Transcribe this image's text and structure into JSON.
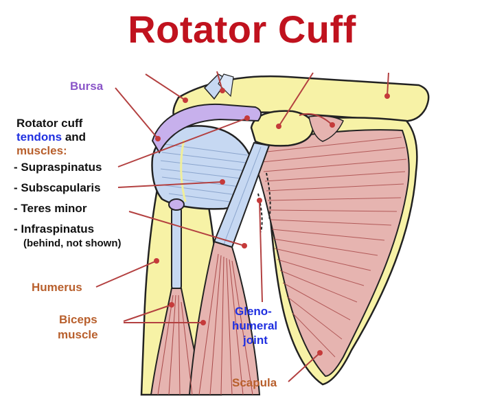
{
  "title": "Rotator Cuff",
  "labels": {
    "bursa": "Bursa",
    "rc_line1": "Rotator cuff",
    "rc_tendons": "tendons",
    "rc_and": " and",
    "rc_muscles": "muscles:",
    "supraspinatus": "- Supraspinatus",
    "subscapularis": "- Subscapularis",
    "teres_minor": "- Teres minor",
    "infraspinatus": "- Infraspinatus",
    "infraspinatus_note": "(behind, not shown)",
    "humerus": "Humerus",
    "biceps_line1": "Biceps",
    "biceps_line2": "muscle",
    "gleno_line1": "Gleno-",
    "gleno_line2": "humeral",
    "gleno_line3": "joint",
    "scapula": "Scapula"
  },
  "colors": {
    "title": "#c0121e",
    "bursa_label": "#8a55c8",
    "tendons_label": "#1f2fe0",
    "muscle_label": "#b85f2c",
    "leader_line": "#b34040",
    "bone": "#f7f2a6",
    "muscle": "#e6b4b0",
    "tendon": "#c6d8f2"
  }
}
